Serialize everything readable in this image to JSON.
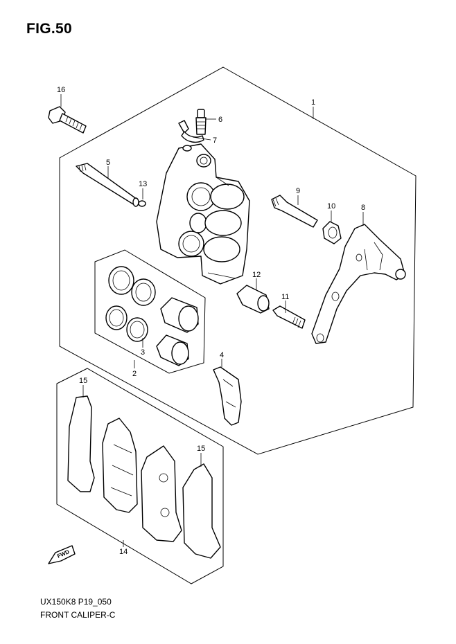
{
  "header": {
    "figure_number": "FIG.50"
  },
  "footer": {
    "model_code": "UX150K8 P19_050",
    "caption": "FRONT CALIPER-C"
  },
  "callouts": {
    "c1": "1",
    "c2": "2",
    "c3": "3",
    "c4": "4",
    "c5": "5",
    "c6": "6",
    "c7": "7",
    "c8": "8",
    "c9": "9",
    "c10": "10",
    "c11": "11",
    "c12": "12",
    "c13": "13",
    "c14": "14",
    "c15a": "15",
    "c15b": "15",
    "c16": "16"
  },
  "direction_badge": {
    "label": "FWD"
  }
}
